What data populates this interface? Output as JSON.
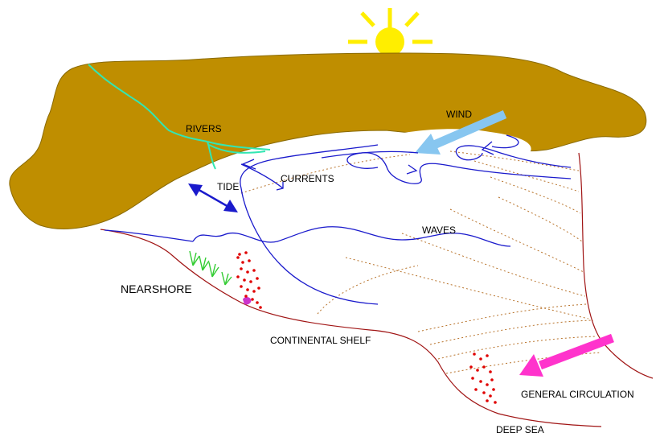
{
  "diagram": {
    "labels": {
      "rivers": "RIVERS",
      "wind": "WIND",
      "tide": "TIDE",
      "currents": "CURRENTS",
      "waves": "WAVES",
      "nearshore": "NEARSHORE",
      "continental_shelf": "CONTINENTAL SHELF",
      "general_circulation": "GENERAL CIRCULATION",
      "deep_sea": "DEEP SEA"
    },
    "icons": [
      "sun-icon",
      "wind-arrow-icon",
      "general-circulation-arrow-icon",
      "tide-double-arrow-icon",
      "seagrass-icon"
    ],
    "colors": {
      "land": "#bf8e00",
      "river": "#33e6b3",
      "sun": "#ffee00",
      "wind_arrow": "#87c6f0",
      "circulation_arrow": "#ff33cc",
      "currents": "#1a1acc",
      "seabed": "#a01414",
      "contours": "#b8732b",
      "sediment": "#e00000",
      "seagrass": "#33cc33"
    }
  }
}
